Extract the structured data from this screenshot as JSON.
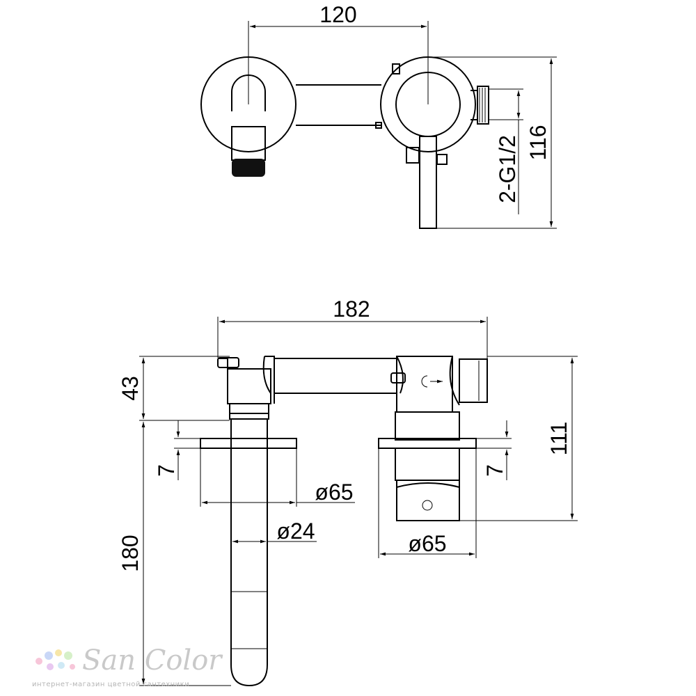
{
  "drawing": {
    "top_view": {
      "dim_width": "120",
      "dim_height": "116",
      "thread_label": "2-G1/2"
    },
    "front_view": {
      "dim_total_width": "182",
      "dim_body_height": "43",
      "dim_spout_length": "180",
      "dim_plate_left": "7",
      "dim_plate_right": "7",
      "dim_total_height": "111",
      "dia_plate_left": "ø65",
      "dia_spout": "ø24",
      "dia_plate_right": "ø65"
    }
  },
  "brand": {
    "name": "San Color",
    "tagline": "интернет-магазин цветной сантехники",
    "dot_colors": [
      "#f7c6d9",
      "#c9d7f7",
      "#f7e6a8",
      "#d6f0c8",
      "#e8c8f0",
      "#cfe9f5"
    ]
  }
}
